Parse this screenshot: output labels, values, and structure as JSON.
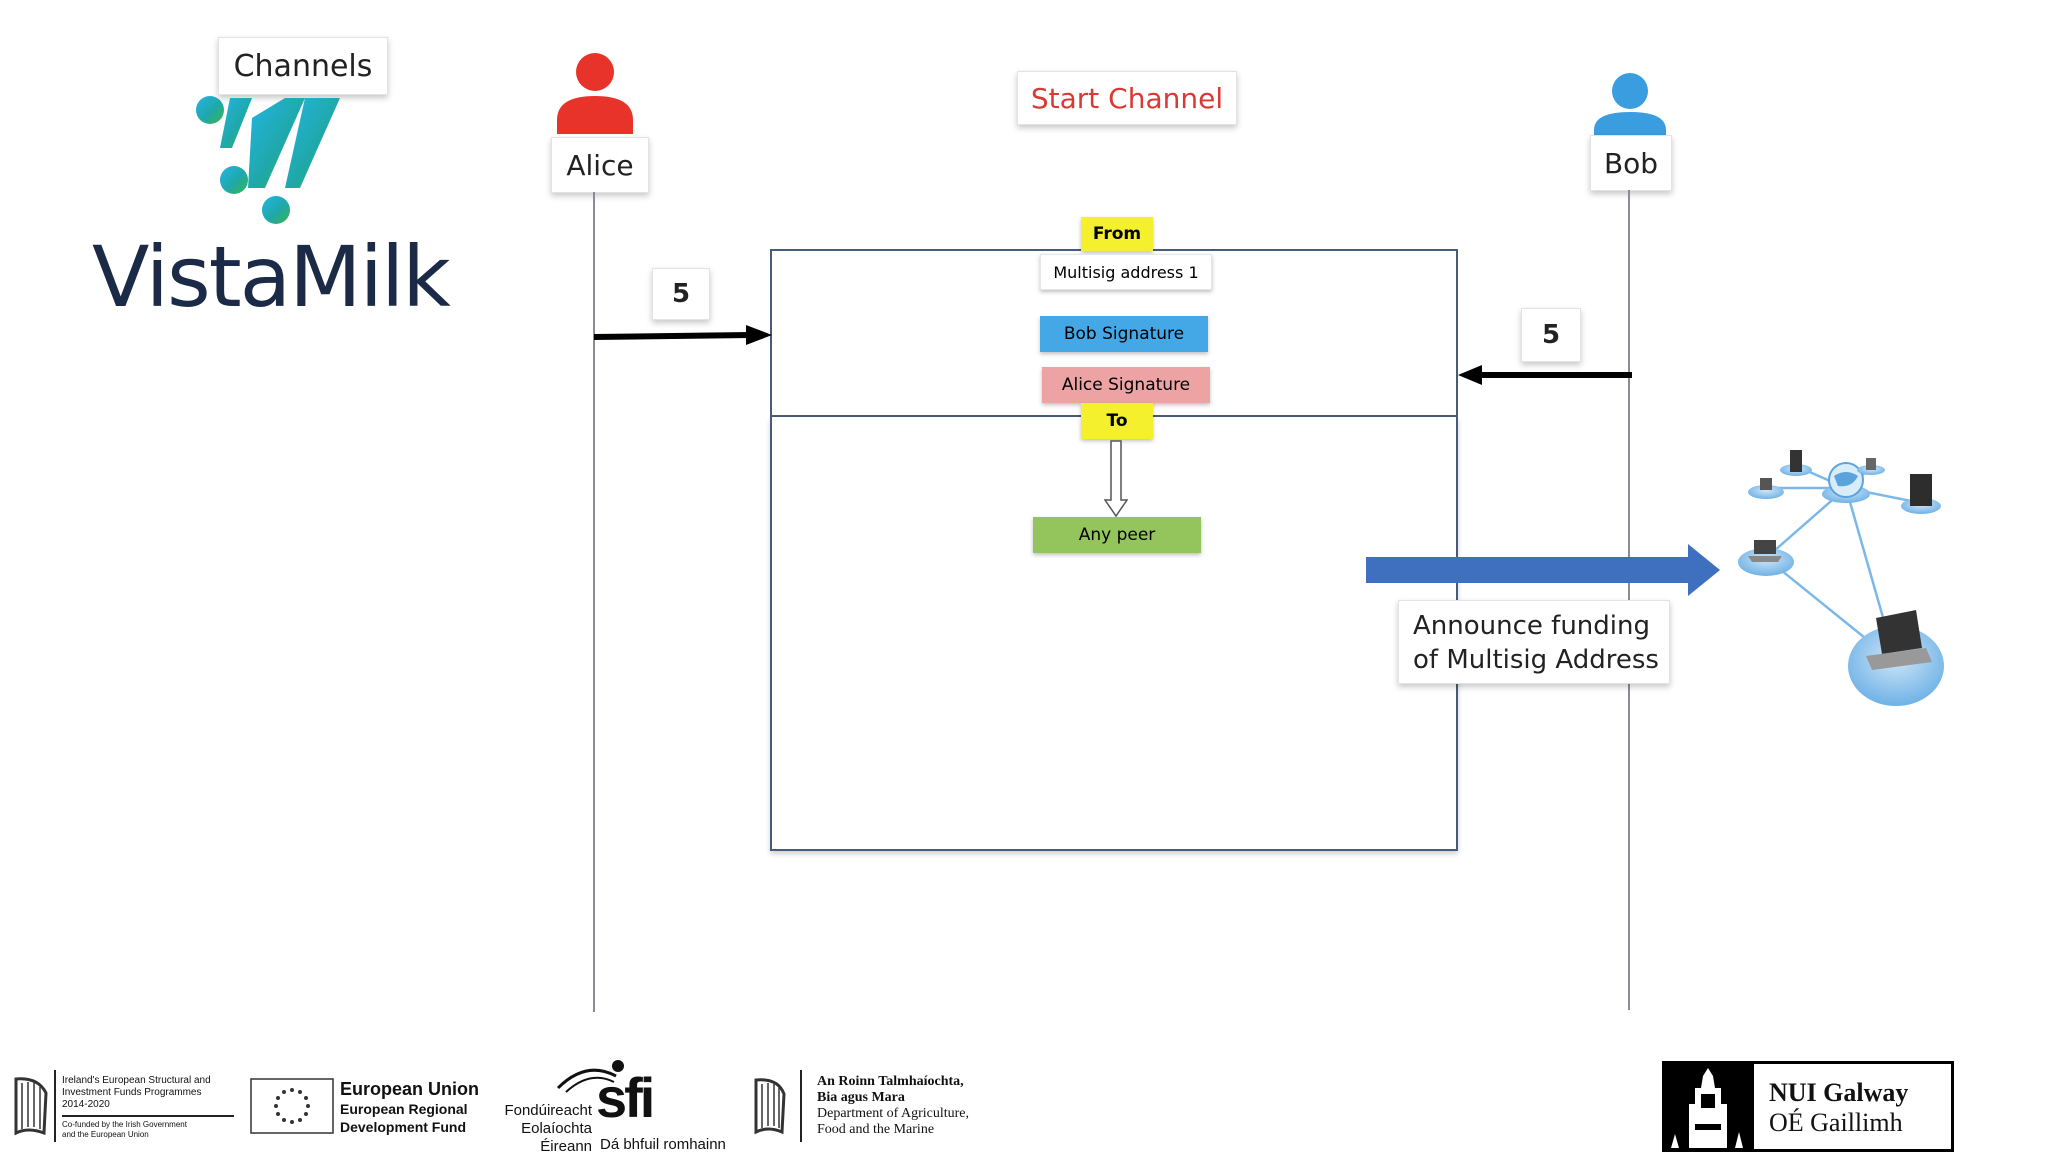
{
  "slide": {
    "title": "Channels",
    "brand": "VistaMilk",
    "heading": "Start Channel",
    "colors": {
      "heading": "#d83a34",
      "brand_text": "#1b2a47",
      "alice": "#e8332a",
      "bob": "#3a9de0"
    }
  },
  "actors": {
    "alice": {
      "name": "Alice",
      "icon": "person-icon"
    },
    "bob": {
      "name": "Bob",
      "icon": "person-icon"
    }
  },
  "transaction": {
    "from_label": "From",
    "address": "Multisig address 1",
    "bob_signature": "Bob Signature",
    "alice_signature": "Alice Signature",
    "to_label": "To",
    "destination": "Any peer",
    "colors": {
      "from": "#f5f02e",
      "bob_sig": "#44a7e6",
      "alice_sig": "#eda3a3",
      "to": "#f5f02e",
      "peer": "#94c45c"
    }
  },
  "arrows": {
    "alice_amount": "5",
    "bob_amount": "5"
  },
  "announce": {
    "line1": "Announce funding",
    "line2": "of Multisig Address",
    "arrow_color": "#3f6fbf",
    "network_icon": "network-icon"
  },
  "footer": {
    "esif": {
      "line1": "Ireland's European Structural and",
      "line2": "Investment Funds Programmes",
      "line3": "2014-2020",
      "line4": "Co-funded by the Irish Government",
      "line5": "and the European Union"
    },
    "eu": {
      "line1": "European Union",
      "line2": "European Regional",
      "line3": "Development Fund"
    },
    "sfi": {
      "line1": "Fondúireacht",
      "line2": "Eolaíochta",
      "line3": "Éireann",
      "mark": "sfi",
      "tagline": "Dá bhfuil romhainn"
    },
    "dafm": {
      "line1": "An Roinn Talmhaíochta,",
      "line2": "Bia agus Mara",
      "line3": "Department of Agriculture,",
      "line4": "Food and the Marine"
    },
    "nui": {
      "line1": "NUI Galway",
      "line2": "OÉ Gaillimh"
    }
  }
}
